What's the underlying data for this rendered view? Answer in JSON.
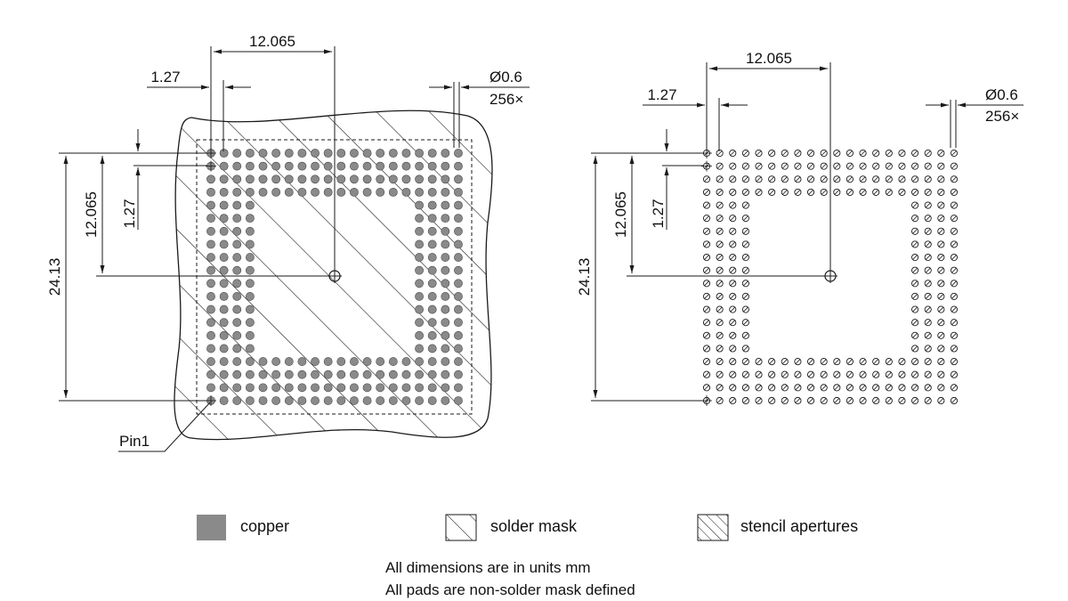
{
  "left_view": {
    "dim_pitch_total": "12.065",
    "dim_pitch": "1.27",
    "dim_diameter": "Ø0.6",
    "dim_count": "256×",
    "dim_vertical_total": "24.13",
    "dim_vertical_half": "12.065",
    "dim_vertical_pitch": "1.27",
    "pin_label": "Pin1"
  },
  "right_view": {
    "dim_pitch_total": "12.065",
    "dim_pitch": "1.27",
    "dim_diameter": "Ø0.6",
    "dim_count": "256×",
    "dim_vertical_total": "24.13",
    "dim_vertical_half": "12.065",
    "dim_vertical_pitch": "1.27"
  },
  "legend": {
    "copper": "copper",
    "solder_mask": "solder mask",
    "stencil": "stencil apertures"
  },
  "notes": {
    "line1": "All dimensions are in units mm",
    "line2": "All pads are non-solder mask defined"
  },
  "colors": {
    "copper": "#8a8a8a",
    "line": "#1a1a1a"
  },
  "grid": {
    "rows": 20,
    "cols": 20,
    "ring_width": 4
  }
}
